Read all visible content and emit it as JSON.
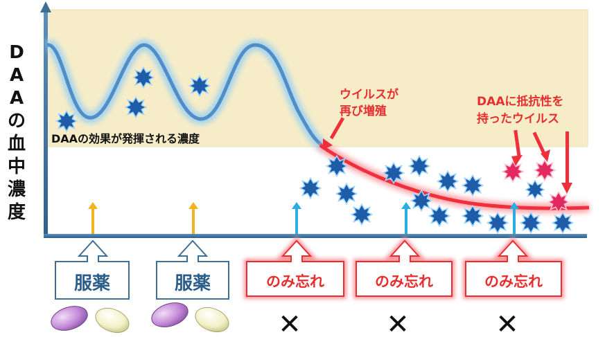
{
  "y_axis_label": [
    "D",
    "A",
    "A",
    "の",
    "血",
    "中",
    "濃",
    "度"
  ],
  "effective_zone_label": "DAAの効果が発揮される濃度",
  "callout_virus_regrowth": [
    "ウイルスが",
    "再び増殖"
  ],
  "callout_resistant_virus": [
    "DAAに抵抗性を",
    "持ったウイルス"
  ],
  "steps": [
    {
      "label": "服薬",
      "type": "taken",
      "mark": ""
    },
    {
      "label": "服薬",
      "type": "taken",
      "mark": ""
    },
    {
      "label": "のみ忘れ",
      "type": "missed",
      "mark": "✕"
    },
    {
      "label": "のみ忘れ",
      "type": "missed",
      "mark": "✕"
    },
    {
      "label": "のみ忘れ",
      "type": "missed",
      "mark": "✕"
    }
  ],
  "colors": {
    "zone_fill": "#f6edc8",
    "axis": "#3f6e95",
    "concentration_curve": "#6aa9d8",
    "virus_curve": "#ef2f3c",
    "virus": "#1e5ca8",
    "resistant_virus": "#e2285f",
    "taken_arrow": "#f2b321",
    "missed_arrow": "#29aee4",
    "taken_label_text": "#2a5d8a",
    "missed_label_text": "#e62e2e",
    "pill_purple": "#b07cc4",
    "pill_yellow": "#ecebb0"
  },
  "icons": {
    "virus": "spiky-virus-icon",
    "resistant_virus": "spiky-virus-icon",
    "dose_arrow": "up-arrow-icon",
    "step_arrow": "up-arrow-outline-icon",
    "pill": "capsule-pill-icon",
    "missed_mark": "cross-mark-icon"
  }
}
